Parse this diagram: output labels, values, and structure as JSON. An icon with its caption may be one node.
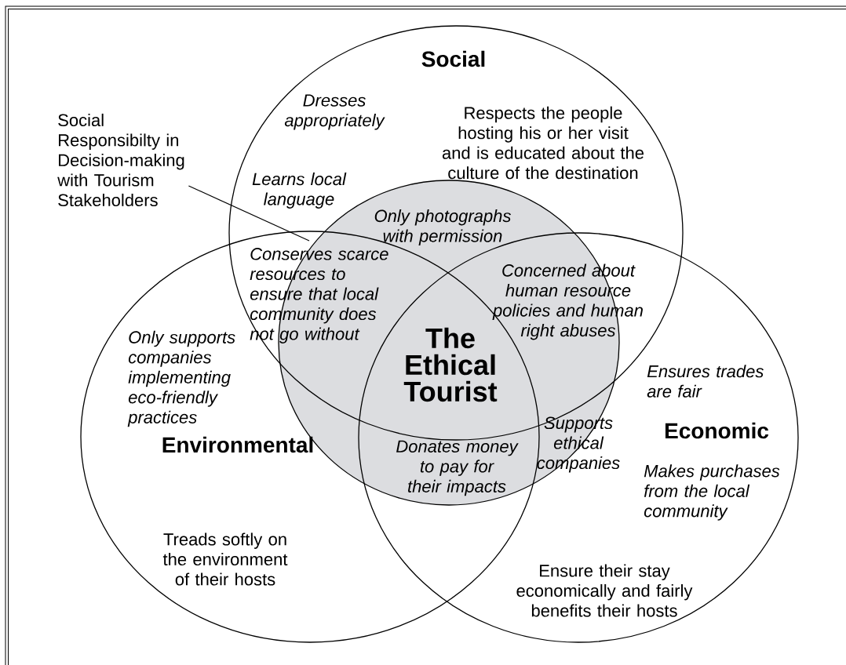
{
  "diagram": {
    "nodes": [
      {
        "text": [
          "Social",
          "Dresses appropriately",
          "Learns local language",
          "Respects the people hosting his or her visit and is educated about the culture of the destination"
        ]
      },
      {
        "text": [
          "Only supports companies implementing eco-friendly practices",
          "Environmental",
          "Treads softly on the environment of their hosts"
        ]
      },
      {
        "text": [
          "Ensures trades are fair",
          "Economic",
          "Makes purchases from the local community",
          "Ensure their stay economically and fairly benefits their hosts"
        ]
      },
      {
        "text": [
          "The Ethical Tourist"
        ]
      },
      {
        "text": [
          "Social Responsibilty in Decision-making with Tourism Stakeholders"
        ]
      }
    ],
    "edges": [
      {
        "from": 4,
        "to": 0,
        "arrow": "none"
      }
    ],
    "labels": [
      "Only photographs with permission",
      "Conserves scarce resources to ensure that local community does not go without",
      "Concerned about human resource policies and human right abuses",
      "Supports ethical companies",
      "Donates money to pay for their impacts"
    ]
  }
}
